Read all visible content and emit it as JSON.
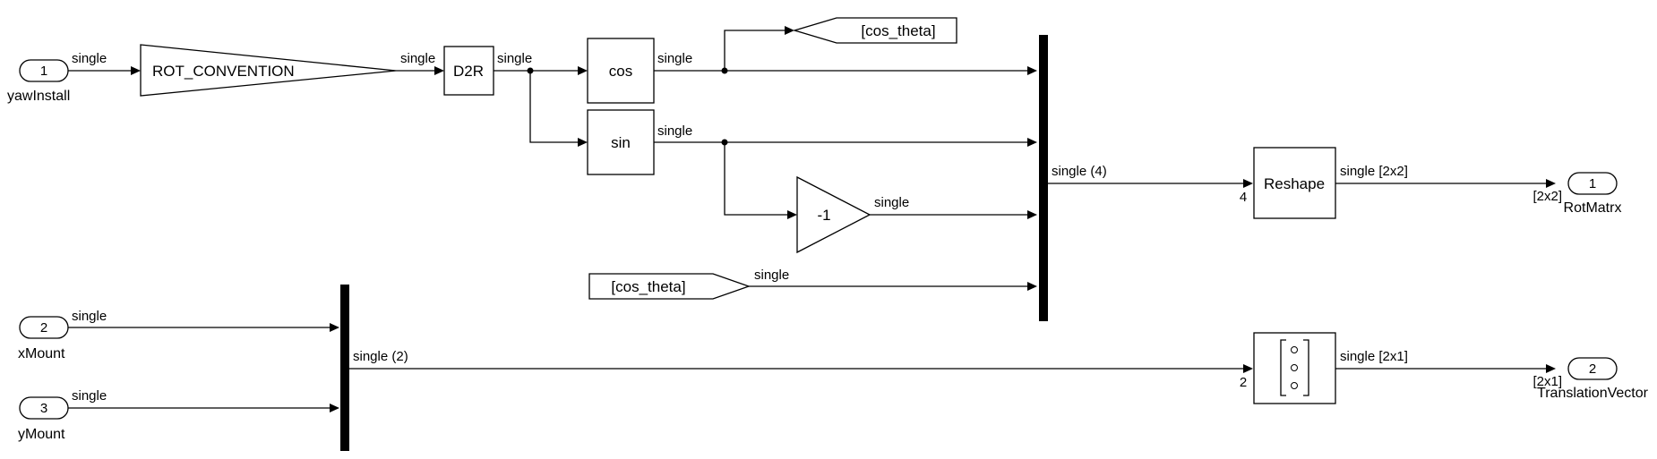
{
  "model": {
    "inports": [
      {
        "number": "1",
        "name": "yawInstall",
        "signal": "single"
      },
      {
        "number": "2",
        "name": "xMount",
        "signal": "single"
      },
      {
        "number": "3",
        "name": "yMount",
        "signal": "single"
      }
    ],
    "outports": [
      {
        "number": "1",
        "name": "RotMatrx",
        "dim": "[2x2]"
      },
      {
        "number": "2",
        "name": "TranslationVector",
        "dim": "[2x1]"
      }
    ],
    "blocks": {
      "gain_rot": "ROT_CONVENTION",
      "d2r": "D2R",
      "cos": "cos",
      "sin": "sin",
      "neg": "-1",
      "goto": "[cos_theta]",
      "from": "[cos_theta]",
      "reshape": "Reshape",
      "reshape_port": "4",
      "vector_port": "2"
    },
    "signals": {
      "gain_out": "single",
      "d2r_out": "single",
      "cos_out": "single",
      "sin_out": "single",
      "neg_out": "single",
      "from_out": "single",
      "mux4_out": "single (4)",
      "mux2_out": "single (2)",
      "reshape_out": "single [2x2]",
      "vector_out": "single [2x1]"
    }
  }
}
